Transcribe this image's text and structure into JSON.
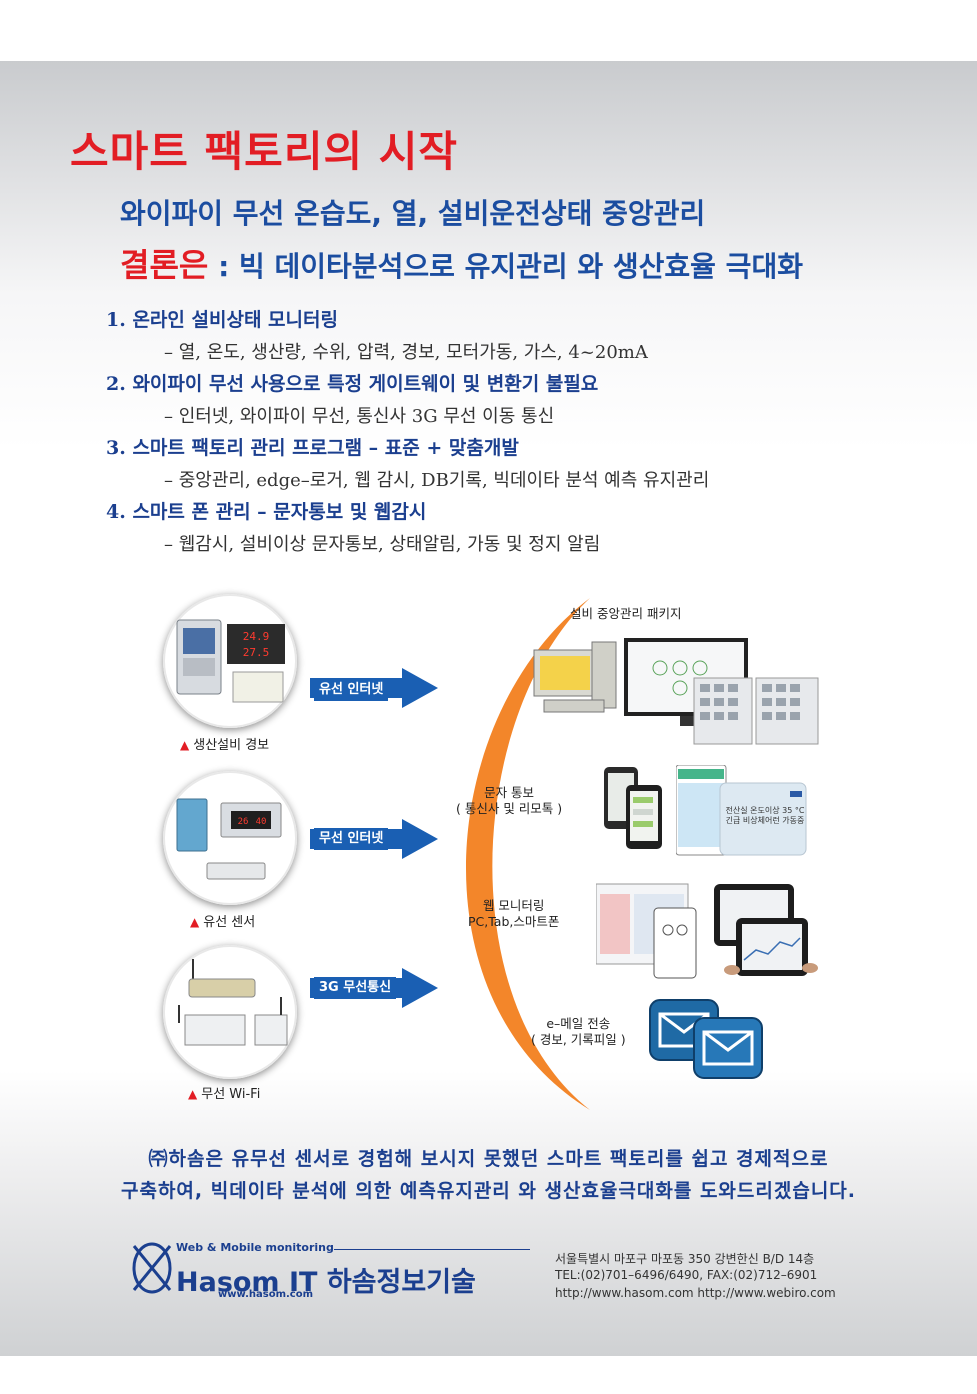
{
  "title": "스마트 팩토리의 시작",
  "headline1": "와이파이 무선 온습도, 열, 설비운전상태 중앙관리",
  "headline2_prefix": "결론은",
  "headline2_rest": " : 빅 데이타분석으로 유지관리 와 생산효율 극대화",
  "items": [
    {
      "title": "1. 온라인 설비상태 모니터링",
      "detail": "– 열, 온도, 생산량, 수위, 압력, 경보, 모터가동, 가스, 4~20mA"
    },
    {
      "title": "2. 와이파이 무선 사용으로 특정 게이트웨이 및 변환기 불필요",
      "detail": "– 인터넷, 와이파이 무선, 통신사 3G 무선 이동 통신"
    },
    {
      "title": "3. 스마트 팩토리 관리 프로그램 – 표준 + 맞춤개발",
      "detail": "– 중앙관리, edge–로거, 웹 감시, DB기록, 빅데이타 분석 예측 유지관리"
    },
    {
      "title": "4. 스마트 폰 관리 – 문자통보 및 웹감시",
      "detail": "– 웹감시, 설비이상 문자통보, 상태알림, 가동 및 정지 알림"
    }
  ],
  "diagram": {
    "left": [
      {
        "caption": "생산설비 경보",
        "arrow": "유선 인터넷",
        "icon": "production-equipment-icon"
      },
      {
        "caption": "유선 센서",
        "arrow": "무선 인터넷",
        "icon": "wired-sensor-icon"
      },
      {
        "caption": "무선 Wi-Fi",
        "arrow": "3G 무선통신",
        "icon": "wifi-device-icon"
      }
    ],
    "device_screens": {
      "panel1_top": "24.9",
      "panel1_bottom": "27.5",
      "panel2_top": "26",
      "panel2_bottom": "40"
    },
    "right": {
      "package_title": "설비 중앙관리 패키지",
      "sms_line1": "문자 통보",
      "sms_line2": "( 통신사 및 리모톡 )",
      "phone_text": "전산실 온도이상 35 °C 긴급 비상체어런 가동중",
      "web_line1": "웹 모니터링",
      "web_line2": "PC,Tab,스마트폰",
      "email_line1": "e–메일 전송",
      "email_line2": "( 경보, 기록피일 )"
    },
    "colors": {
      "arc": "#f3862a",
      "arrow": "#1a5fb3"
    }
  },
  "closing": {
    "line1": "㈜하솜은 유무선 센서로 경험해 보시지 못했던 스마트 팩토리를 쉽고 경제적으로",
    "line2": "구축하여, 빅데이타 분석에 의한 예측유지관리 와 생산효율극대화를 도와드리겠습니다."
  },
  "footer": {
    "tagline": "Web & Mobile monitoring",
    "brand": "Hasom  IT 하솜정보기술",
    "website": "www.hasom.com",
    "address": "서울특별시 마포구 마포동 350 강변한신 B/D 14층",
    "phone": "TEL:(02)701–6496/6490,  FAX:(02)712–6901",
    "urls": "http://www.hasom.com   http://www.webiro.com"
  }
}
